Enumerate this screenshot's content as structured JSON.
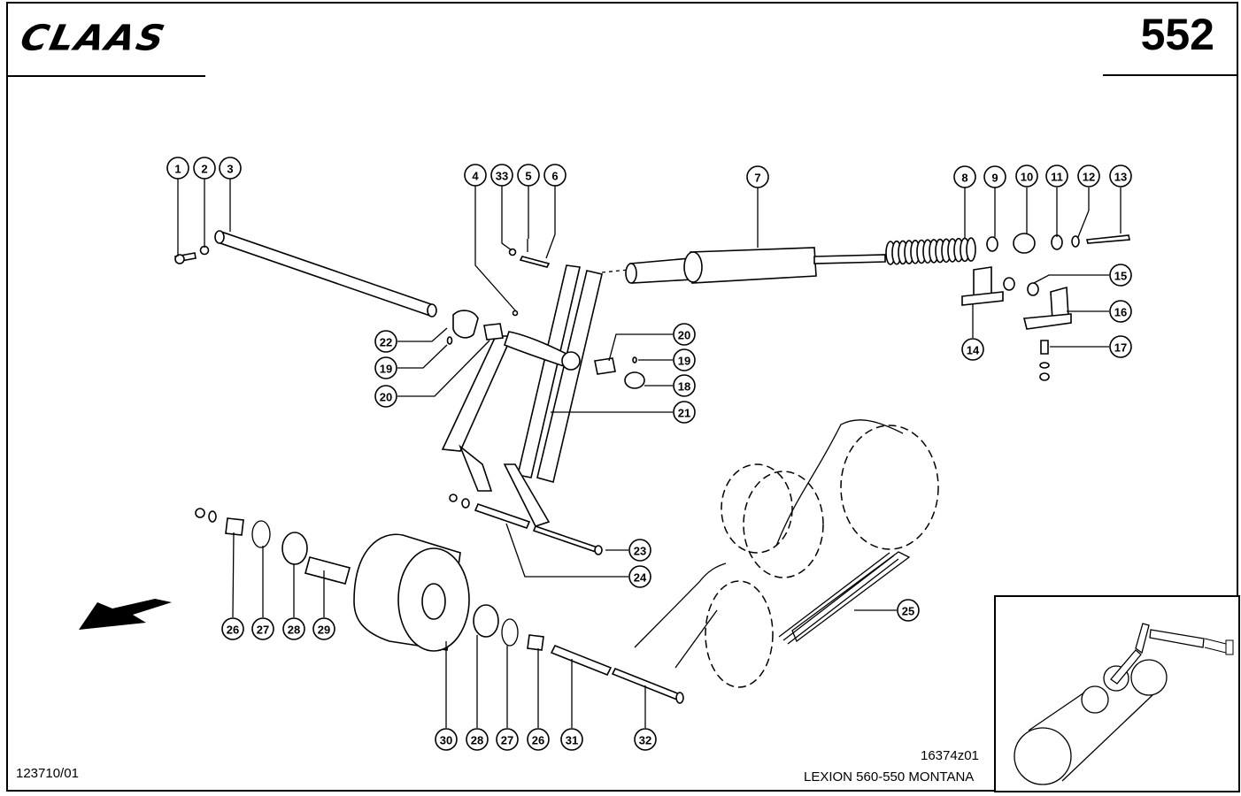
{
  "header": {
    "brand": "CLAAS",
    "page_number": "552"
  },
  "footer": {
    "document_number": "123710/01",
    "drawing_number": "16374z01",
    "model": "LEXION 560-550 MONTANA"
  },
  "callouts": [
    {
      "id": "c1",
      "label": "1"
    },
    {
      "id": "c2",
      "label": "2"
    },
    {
      "id": "c3",
      "label": "3"
    },
    {
      "id": "c4",
      "label": "4"
    },
    {
      "id": "c33",
      "label": "33"
    },
    {
      "id": "c5",
      "label": "5"
    },
    {
      "id": "c6",
      "label": "6"
    },
    {
      "id": "c7",
      "label": "7"
    },
    {
      "id": "c8",
      "label": "8"
    },
    {
      "id": "c9",
      "label": "9"
    },
    {
      "id": "c10",
      "label": "10"
    },
    {
      "id": "c11",
      "label": "11"
    },
    {
      "id": "c12",
      "label": "12"
    },
    {
      "id": "c13",
      "label": "13"
    },
    {
      "id": "c15",
      "label": "15"
    },
    {
      "id": "c16",
      "label": "16"
    },
    {
      "id": "c17",
      "label": "17"
    },
    {
      "id": "c14",
      "label": "14"
    },
    {
      "id": "c22",
      "label": "22"
    },
    {
      "id": "c19a",
      "label": "19"
    },
    {
      "id": "c20a",
      "label": "20"
    },
    {
      "id": "c20b",
      "label": "20"
    },
    {
      "id": "c19b",
      "label": "19"
    },
    {
      "id": "c18",
      "label": "18"
    },
    {
      "id": "c21",
      "label": "21"
    },
    {
      "id": "c23",
      "label": "23"
    },
    {
      "id": "c24",
      "label": "24"
    },
    {
      "id": "c25",
      "label": "25"
    },
    {
      "id": "c26a",
      "label": "26"
    },
    {
      "id": "c27a",
      "label": "27"
    },
    {
      "id": "c28a",
      "label": "28"
    },
    {
      "id": "c29",
      "label": "29"
    },
    {
      "id": "c30",
      "label": "30"
    },
    {
      "id": "c28b",
      "label": "28"
    },
    {
      "id": "c27b",
      "label": "27"
    },
    {
      "id": "c26b",
      "label": "26"
    },
    {
      "id": "c31",
      "label": "31"
    },
    {
      "id": "c32",
      "label": "32"
    }
  ],
  "icons": {
    "direction_arrow": "arrow-down-left-icon"
  }
}
